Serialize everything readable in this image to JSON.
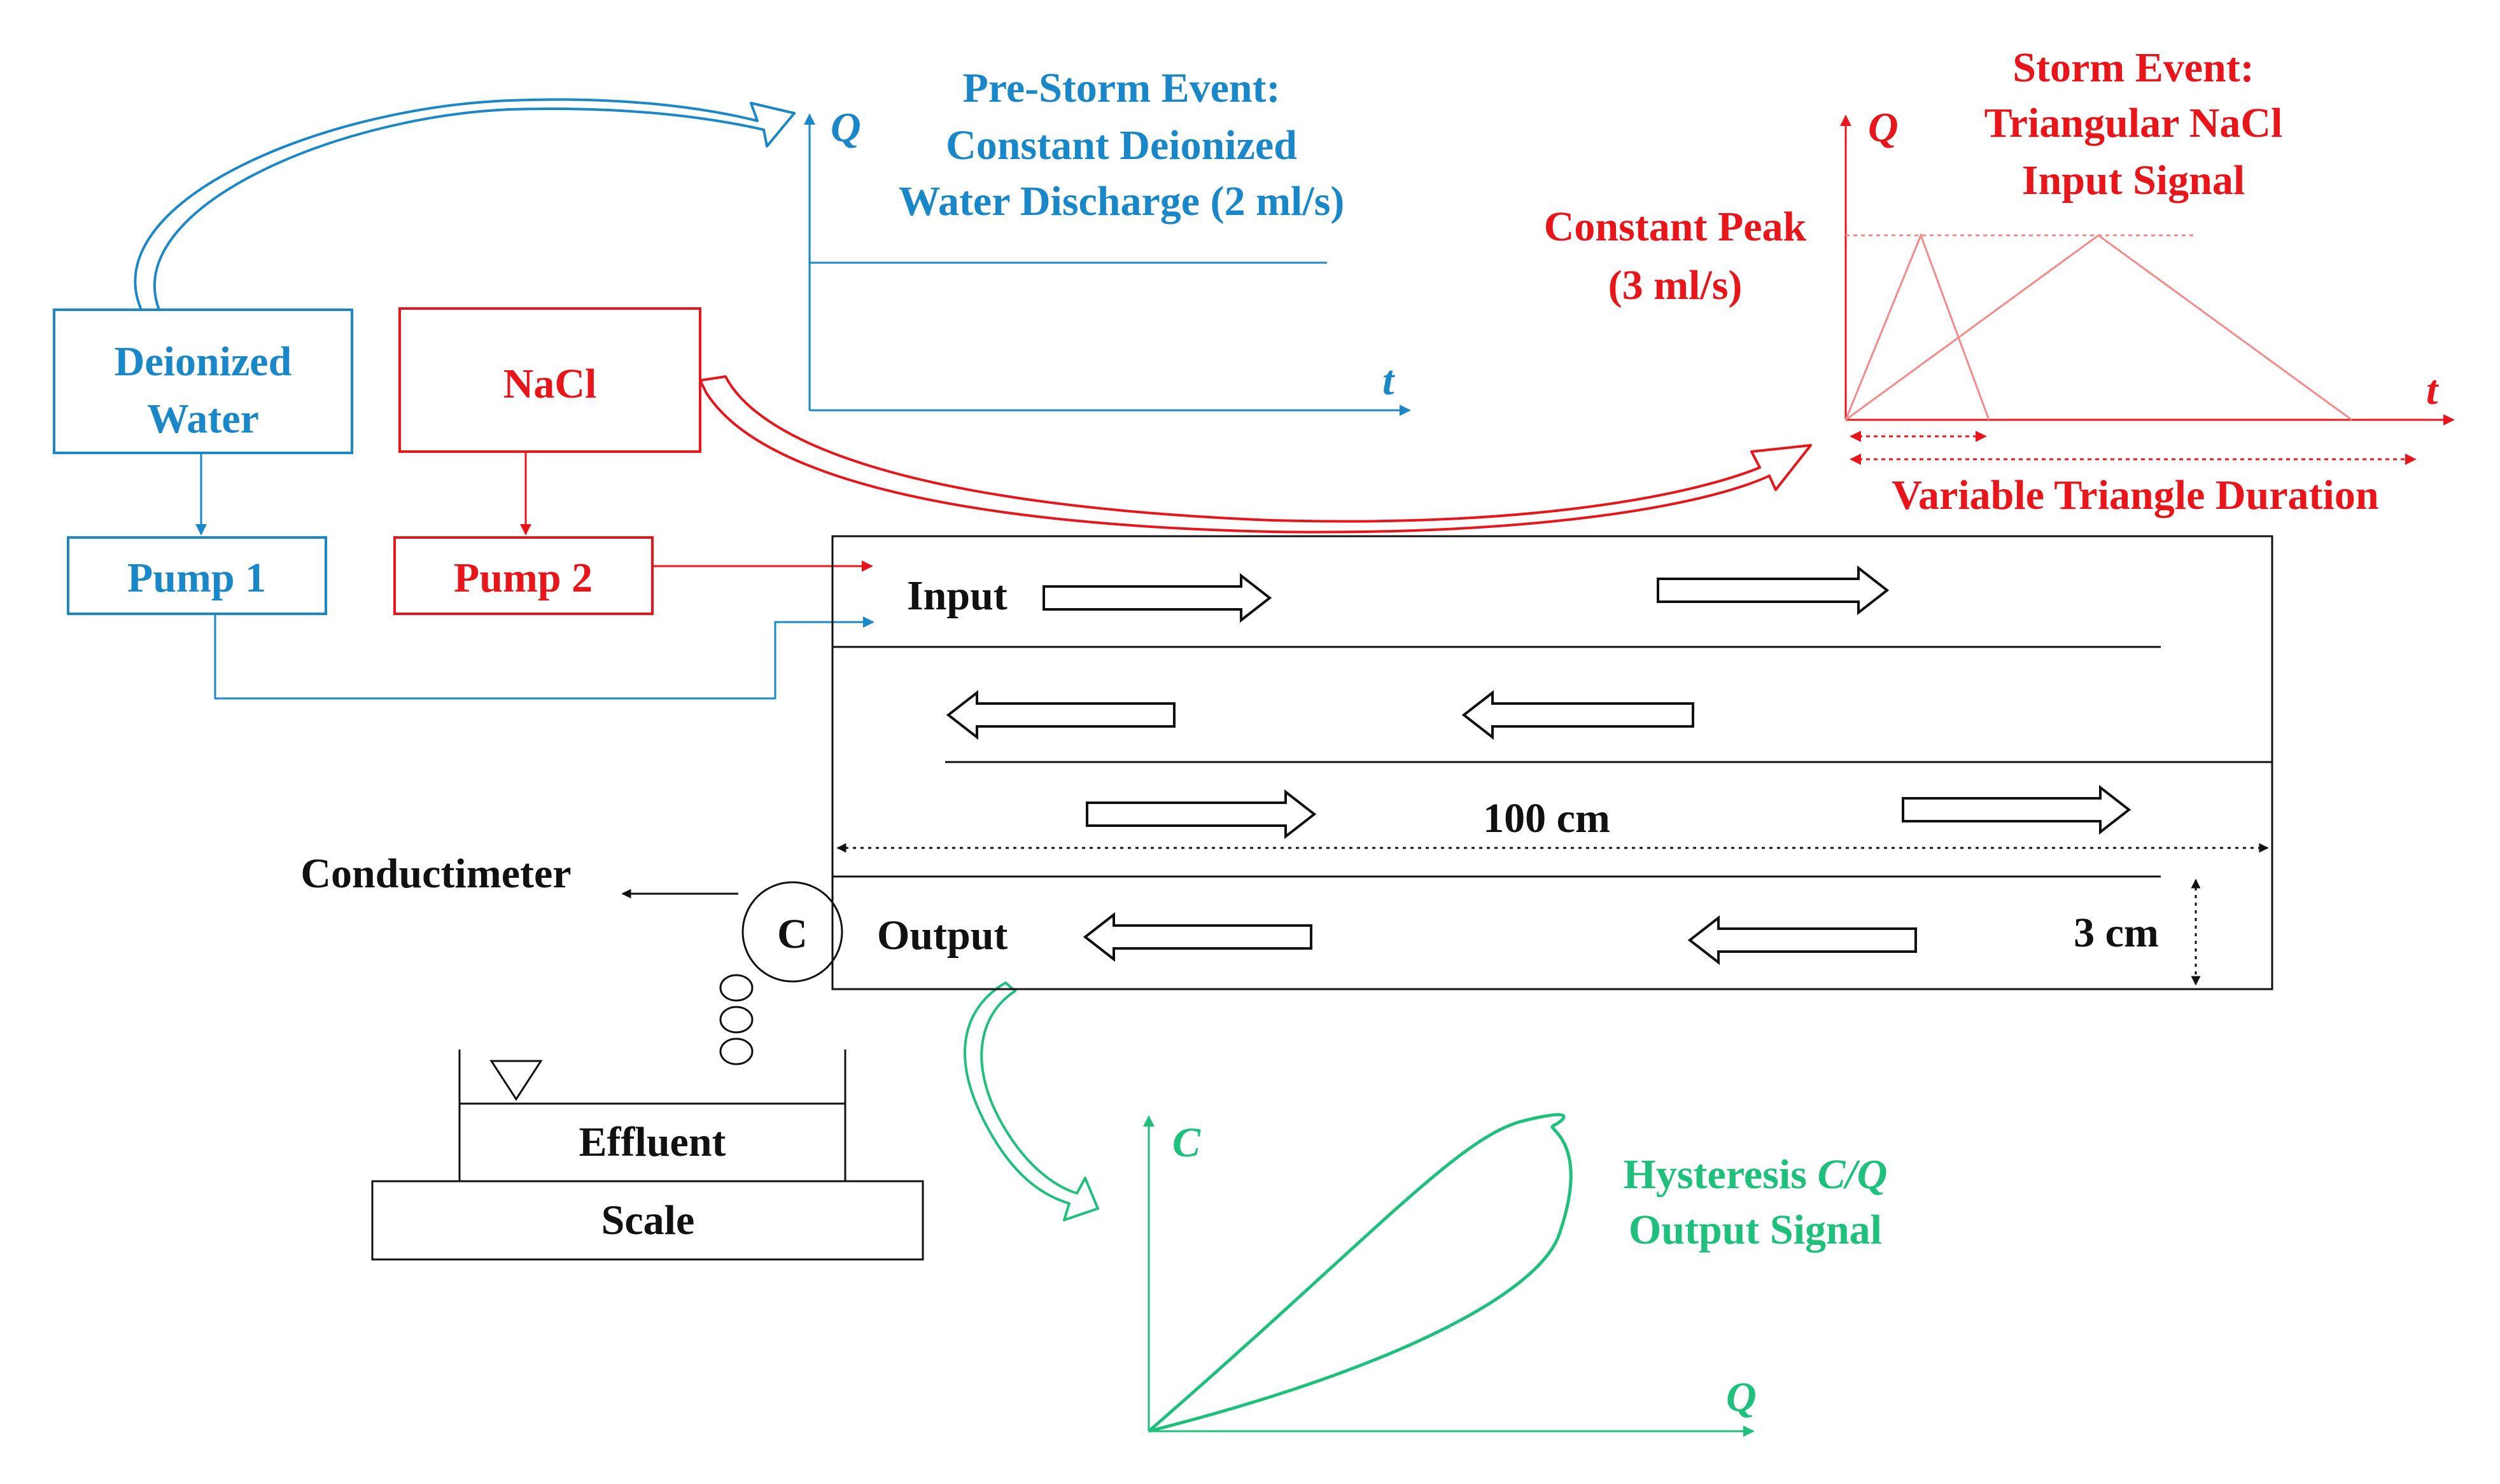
{
  "colors": {
    "blue": "#1a87c8",
    "red": "#e8161b",
    "pink": "#f48a8a",
    "green": "#1ec07b",
    "black": "#111111"
  },
  "boxes": {
    "deionized_water_line1": "Deionized",
    "deionized_water_line2": "Water",
    "nacl": "NaCl",
    "pump1": "Pump 1",
    "pump2": "Pump 2",
    "effluent": "Effluent",
    "scale": "Scale",
    "conductivity_cell": "C"
  },
  "pre_storm": {
    "title_line1": "Pre-Storm Event:",
    "title_line2": "Constant Deionized",
    "title_line3": "Water Discharge (2 ml/s)",
    "y_axis": "Q",
    "x_axis": "t"
  },
  "storm": {
    "title_line1": "Storm Event:",
    "title_line2": "Triangular NaCl",
    "title_line3": "Input Signal",
    "peak_line1": "Constant Peak",
    "peak_line2": "(3 ml/s)",
    "duration_label": "Variable Triangle Duration",
    "y_axis": "Q",
    "x_axis": "t"
  },
  "flume": {
    "input_label": "Input",
    "output_label": "Output",
    "length_label": "100 cm",
    "height_label": "3 cm",
    "conductimeter_label": "Conductimeter"
  },
  "hysteresis": {
    "title_line1_prefix": "Hysteresis ",
    "title_line1_italic": "C/Q",
    "title_line2": "Output Signal",
    "y_axis": "C",
    "x_axis": "Q"
  }
}
